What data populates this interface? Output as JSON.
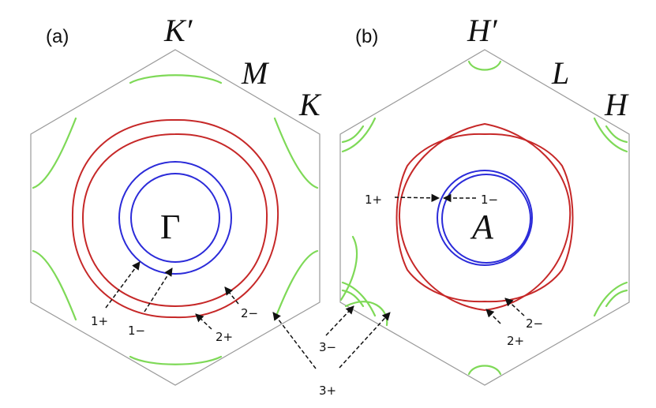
{
  "panels": [
    {
      "label": "(a)",
      "kpoints": {
        "top": "K′",
        "top_right": "M",
        "right": "K"
      },
      "center": "Γ",
      "annotations": [
        "1+",
        "1−",
        "2−",
        "2+"
      ]
    },
    {
      "label": "(b)",
      "kpoints": {
        "top": "H′",
        "top_right": "L",
        "right": "H"
      },
      "center": "A",
      "annotations": [
        "1+",
        "1−",
        "2−",
        "2+",
        "3−"
      ]
    }
  ],
  "shared_annotation": "3+",
  "colors": {
    "band1": "#2b2bd9",
    "band2": "#c62828",
    "band3": "#7ed957",
    "zone_boundary": "#9a9a9a"
  }
}
